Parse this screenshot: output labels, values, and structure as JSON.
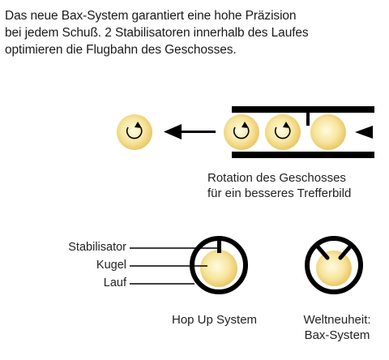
{
  "intro": {
    "line1": "Das neue Bax-System garantiert eine hohe Präzision",
    "line2": "bei jedem Schuß. 2 Stabilisatoren innerhalb des Laufes",
    "line3": "optimieren die Flugbahn des Geschosses."
  },
  "rotation_caption": {
    "line1": "Rotation des Geschosses",
    "line2": "für ein besseres Trefferbild"
  },
  "labels": {
    "stabilisator": "Stabilisator",
    "kugel": "Kugel",
    "lauf": "Lauf"
  },
  "hop_up_caption": "Hop Up System",
  "bax_caption": {
    "line1": "Weltneuheit:",
    "line2": "Bax-System"
  },
  "colors": {
    "ball_light": "#fffbe0",
    "ball_mid": "#f7e6a0",
    "ball_dark": "#e8c15a",
    "ink": "#000000"
  },
  "icons": [
    "rotation-arrow-icon",
    "left-arrow-icon",
    "barrel-tip-triangle-icon"
  ]
}
